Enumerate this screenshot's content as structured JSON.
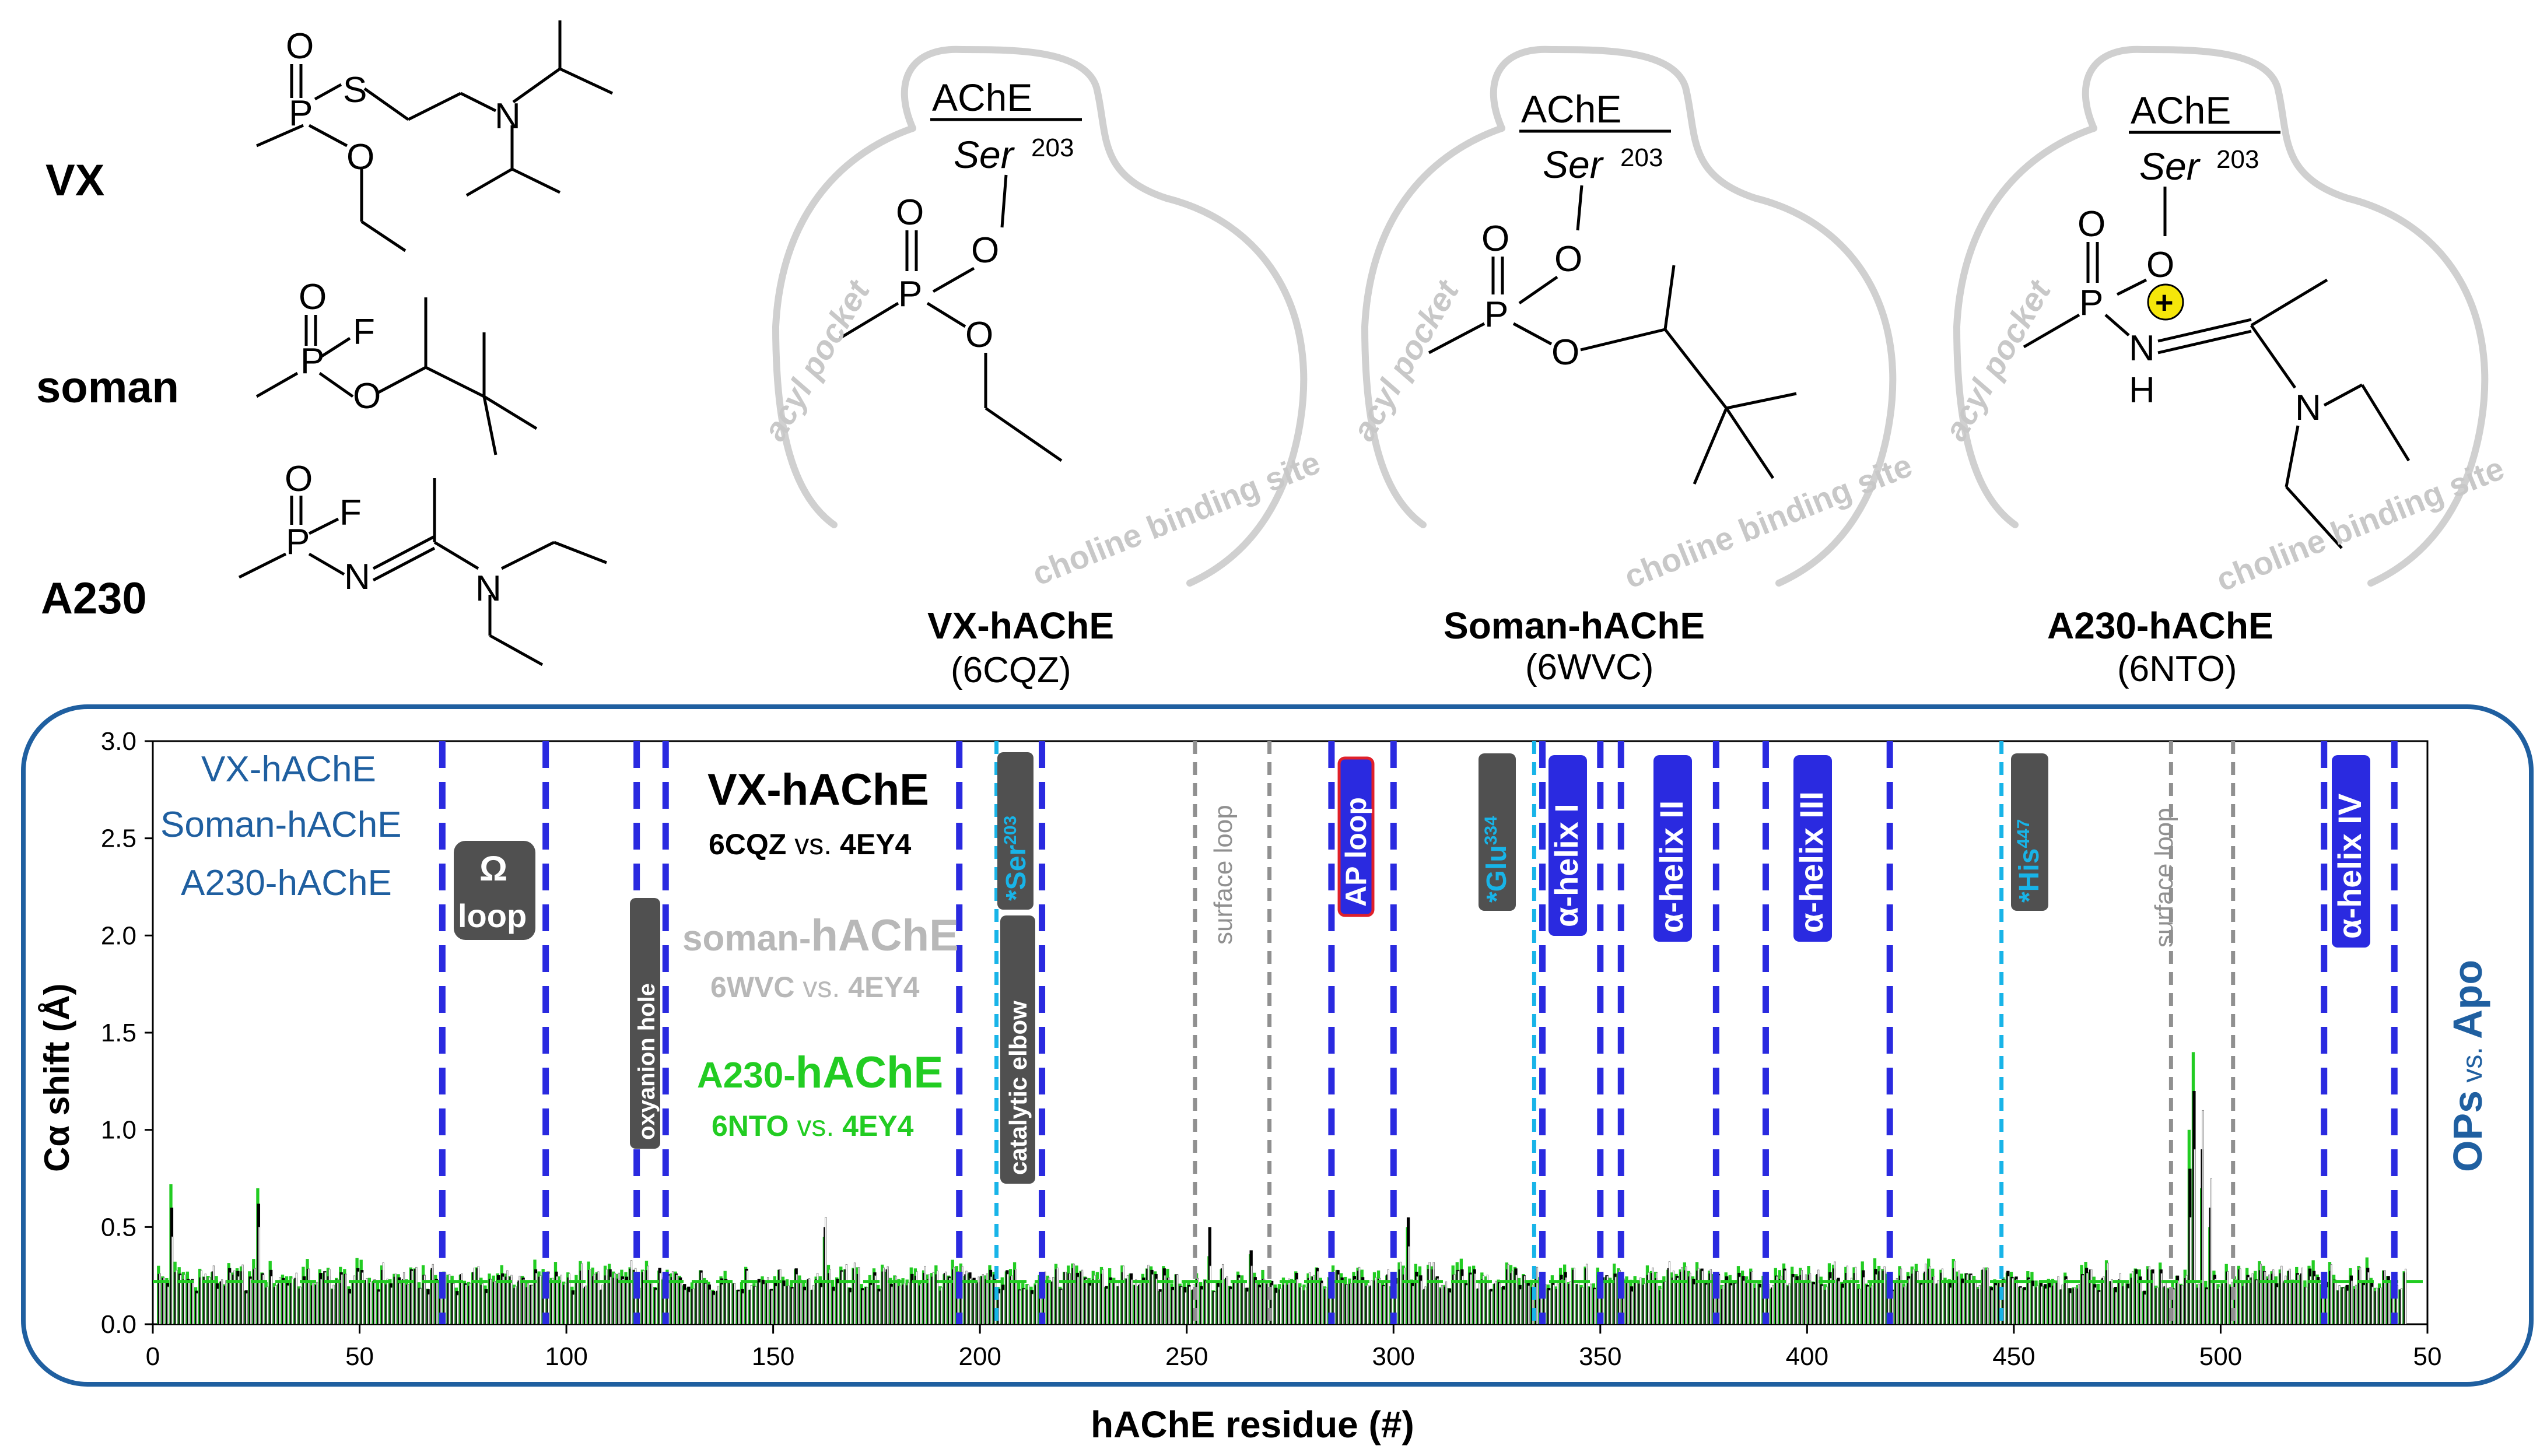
{
  "molecules": {
    "vx": {
      "name": "VX"
    },
    "soman": {
      "name": "soman"
    },
    "a230": {
      "name": "A230"
    }
  },
  "atoms": {
    "P": "P",
    "O": "O",
    "S": "S",
    "N": "N",
    "F": "F",
    "H": "H",
    "plus": "+"
  },
  "adducts": [
    {
      "enzyme": "AChE",
      "residue": "Ser",
      "residue_num": "203",
      "acyl": "acyl pocket",
      "choline": "choline binding site",
      "name_prefix": "VX-h",
      "name_suffix": "AChE",
      "pdb": "(6CQZ)"
    },
    {
      "enzyme": "AChE",
      "residue": "Ser",
      "residue_num": "203",
      "acyl": "acyl pocket",
      "choline": "choline binding site",
      "name_prefix": "Soman-h",
      "name_suffix": "AChE",
      "pdb": "(6WVC)"
    },
    {
      "enzyme": "AChE",
      "residue": "Ser",
      "residue_num": "203",
      "acyl": "acyl pocket",
      "choline": "choline binding site",
      "name_prefix": "A230-h",
      "name_suffix": "AChE",
      "pdb": "(6NTO)"
    }
  ],
  "legend_left": [
    "VX-hAChE",
    "Soman-hAChE",
    "A230-hAChE"
  ],
  "comparisons": [
    {
      "title": "VX-hAChE",
      "sub_a": "6CQZ",
      "sub_vs": " vs. ",
      "sub_b": "4EY4",
      "color": "#000000"
    },
    {
      "title_a": "soman-",
      "title_b": "hAChE",
      "sub_a": "6WVC",
      "sub_vs": " vs. ",
      "sub_b": "4EY4",
      "color": "#b8b8b8"
    },
    {
      "title_a": "A230-",
      "title_b": "hAChE",
      "sub_a": "6NTO",
      "sub_vs": " vs. ",
      "sub_b": "4EY4",
      "color": "#22cc22"
    }
  ],
  "side_title": {
    "a": "OPs",
    "vs": " vs. ",
    "b": "Apo"
  },
  "region_labels": {
    "omega_top": "Ω",
    "omega_bottom": "loop",
    "oxyanion": "oxyanion hole",
    "catalytic": "catalytic elbow",
    "ser": "*Ser",
    "ser_sup": "203",
    "surface1": "surface loop",
    "ap": "AP loop",
    "glu": "*Glu",
    "glu_sup": "334",
    "helix1": "α-helix I",
    "helix2": "α-helix II",
    "helix3": "α-helix III",
    "his": "*His",
    "his_sup": "447",
    "surface2": "surface loop",
    "helix4": "α-helix IV"
  },
  "colors": {
    "vx": "#000000",
    "soman": "#ffffff",
    "a230": "#22cc22",
    "blue_line": "#2a2ae0",
    "cyan_line": "#18b4e8",
    "gray_line": "#909090",
    "frame": "#1f5fa0",
    "dark_box": "#505050",
    "pocket": "#d0d0d0",
    "plus_fill": "#f5e60a"
  },
  "chart_data": {
    "type": "bar",
    "xlabel": "hAChE residue (#)",
    "ylabel": "Cα shift (Å)",
    "xlim": [
      0,
      550
    ],
    "ylim": [
      0,
      3.0
    ],
    "x_ticks": [
      0,
      50,
      100,
      150,
      200,
      250,
      300,
      350,
      400,
      450,
      500,
      550
    ],
    "x_tick_labels": [
      "0",
      "50",
      "100",
      "150",
      "200",
      "250",
      "300",
      "350",
      "400",
      "450",
      "500",
      "50"
    ],
    "y_ticks": [
      0.0,
      0.5,
      1.0,
      1.5,
      2.0,
      2.5,
      3.0
    ],
    "y_tick_labels": [
      "0.0",
      "0.5",
      "1.0",
      "1.5",
      "2.0",
      "2.5",
      "3.0"
    ],
    "threshold": 0.22,
    "series": [
      {
        "name": "VX-hAChE",
        "key": "vx",
        "color": "#000000"
      },
      {
        "name": "Soman-hAChE",
        "key": "soman",
        "color": "#ffffff"
      },
      {
        "name": "A230-hAChE",
        "key": "a230",
        "color": "#22cc22"
      }
    ],
    "peaks": [
      {
        "x": 4,
        "vx": 0.6,
        "soman": 0.45,
        "a230": 0.72
      },
      {
        "x": 25,
        "vx": 0.62,
        "soman": 0.5,
        "a230": 0.7
      },
      {
        "x": 162,
        "vx": 0.5,
        "soman": 0.55,
        "a230": 0.45
      },
      {
        "x": 255,
        "vx": 0.5,
        "soman": 0.3,
        "a230": 0.35
      },
      {
        "x": 265,
        "vx": 0.38,
        "soman": 0.3,
        "a230": 0.36
      },
      {
        "x": 303,
        "vx": 0.55,
        "soman": 0.4,
        "a230": 0.5
      },
      {
        "x": 492,
        "vx": 0.8,
        "soman": 0.55,
        "a230": 1.0
      },
      {
        "x": 493,
        "vx": 1.2,
        "soman": 0.9,
        "a230": 1.4
      },
      {
        "x": 495,
        "vx": 0.9,
        "soman": 1.1,
        "a230": 0.7
      },
      {
        "x": 497,
        "vx": 0.6,
        "soman": 0.75,
        "a230": 0.5
      }
    ],
    "region_lines": [
      {
        "x": 70,
        "style": "blue"
      },
      {
        "x": 95,
        "style": "blue"
      },
      {
        "x": 117,
        "style": "blue"
      },
      {
        "x": 124,
        "style": "blue"
      },
      {
        "x": 195,
        "style": "blue"
      },
      {
        "x": 204,
        "style": "cyan"
      },
      {
        "x": 215,
        "style": "blue"
      },
      {
        "x": 252,
        "style": "gray"
      },
      {
        "x": 270,
        "style": "gray"
      },
      {
        "x": 285,
        "style": "blue"
      },
      {
        "x": 300,
        "style": "blue"
      },
      {
        "x": 334,
        "style": "cyan"
      },
      {
        "x": 336,
        "style": "blue"
      },
      {
        "x": 350,
        "style": "blue"
      },
      {
        "x": 355,
        "style": "blue"
      },
      {
        "x": 378,
        "style": "blue"
      },
      {
        "x": 390,
        "style": "blue"
      },
      {
        "x": 420,
        "style": "blue"
      },
      {
        "x": 447,
        "style": "cyan"
      },
      {
        "x": 488,
        "style": "gray"
      },
      {
        "x": 503,
        "style": "gray"
      },
      {
        "x": 525,
        "style": "blue"
      },
      {
        "x": 542,
        "style": "blue"
      }
    ]
  }
}
